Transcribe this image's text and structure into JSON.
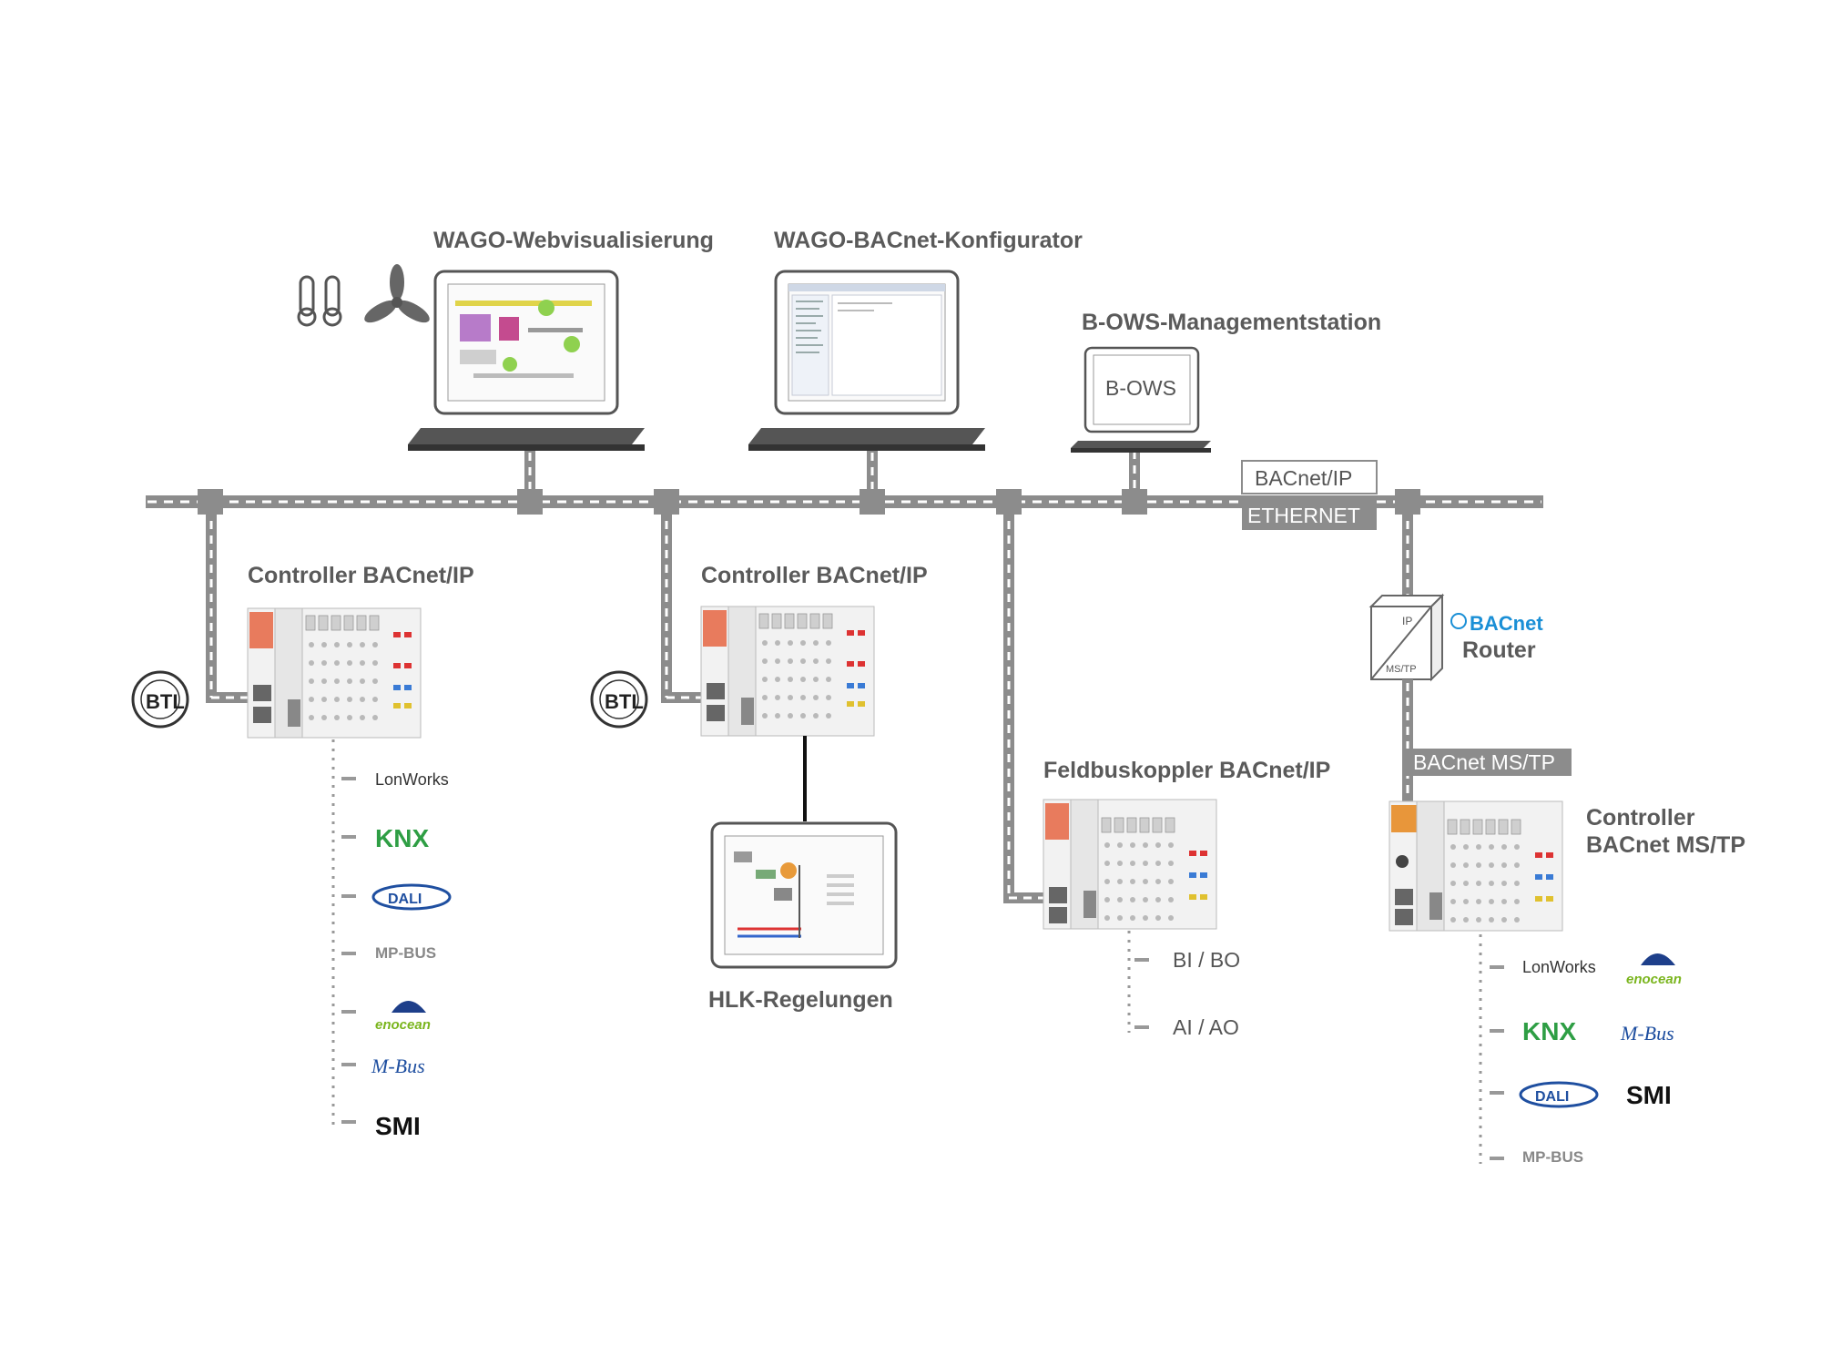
{
  "labels": {
    "webvis": "WAGO-Webvisualisierung",
    "konfig": "WAGO-BACnet-Konfigurator",
    "bows_station": "B-OWS-Managementstation",
    "bows_screen": "B-OWS",
    "bacnet_ip": "BACnet/IP",
    "ethernet": "ETHERNET",
    "ctrl1": "Controller BACnet/IP",
    "ctrl2": "Controller BACnet/IP",
    "feldbus": "Feldbuskoppler BACnet/IP",
    "router": "Router",
    "router_ip": "IP",
    "router_mstp": "MS/TP",
    "bacnet_logo": "BACnet",
    "bacnet_mstp": "BACnet MS/TP",
    "ctrl_mstp_1": "Controller",
    "ctrl_mstp_2": "BACnet MS/TP",
    "hlk": "HLK-Regelungen",
    "btl": "BTL",
    "bibo": "BI / BO",
    "aiao": "AI / AO"
  },
  "logos": {
    "lonworks": "LonWorks",
    "knx": "KNX",
    "dali": "DALI",
    "mpbus": "MP-BUS",
    "enocean": "enocean",
    "mbus": "M-Bus",
    "smi": "SMI"
  },
  "colors": {
    "bus": "#8c8c8c",
    "text": "#5a5a5a",
    "knx_green": "#2e9e44",
    "knx_blue": "#1f4fa0",
    "bacnet_blue": "#1a8fd6",
    "enocean_blue": "#1e3f8a",
    "enocean_green": "#7ab51d"
  }
}
